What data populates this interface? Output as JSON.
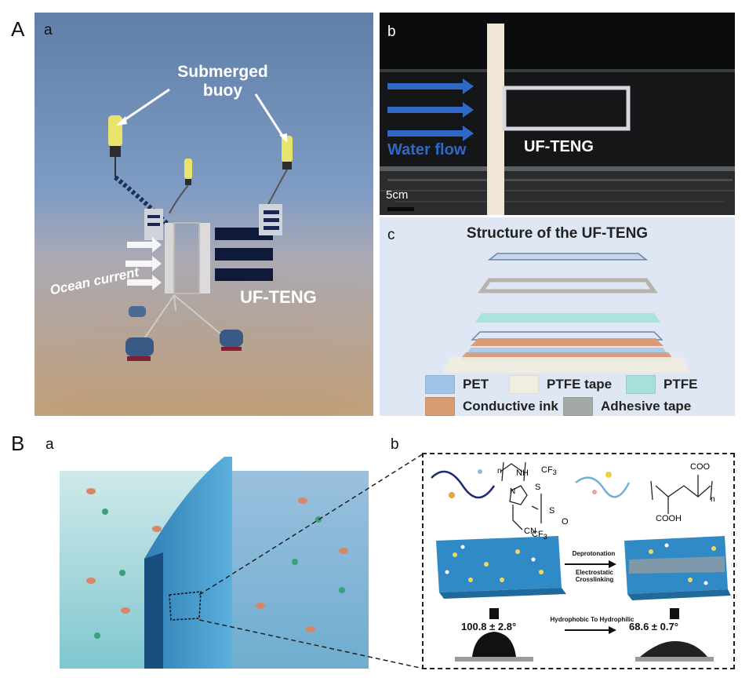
{
  "panelA": {
    "label": "A",
    "a": {
      "label": "a",
      "buoy_label_line1": "Submerged",
      "buoy_label_line2": "buoy",
      "current_label": "Ocean current",
      "device_label": "UF-TENG"
    },
    "b": {
      "label": "b",
      "flow_label": "Water flow",
      "device_label": "UF-TENG",
      "scale_label": "5cm"
    },
    "c": {
      "label": "c",
      "title": "Structure of the UF-TENG",
      "legend": [
        {
          "name": "PET",
          "color": "#9ec4e6"
        },
        {
          "name": "PTFE tape",
          "color": "#f1ede0"
        },
        {
          "name": "PTFE",
          "color": "#a6e0d8"
        },
        {
          "name": "Conductive ink",
          "color": "#d99b74"
        },
        {
          "name": "Adhesive tape",
          "color": "#a3aaa5"
        }
      ]
    }
  },
  "panelB": {
    "label": "B",
    "a": {
      "label": "a"
    },
    "b": {
      "label": "b",
      "n1": "n",
      "n2": "n",
      "cf3_top": "CF",
      "cf3_bot": "CF",
      "three": "3",
      "so1": "S",
      "so2": "S",
      "o": "O",
      "nm": "N",
      "nh": "NH",
      "cn": "CN",
      "coo": "COO",
      "cooh": "COOH",
      "deprot": "Deprotonation",
      "crosslink": "Electrostatic Crosslinking",
      "angle1": "100.8 ± 2.8°",
      "angle2": "68.6 ± 0.7°",
      "transition": "Hydrophobic To Hydrophilic"
    }
  }
}
